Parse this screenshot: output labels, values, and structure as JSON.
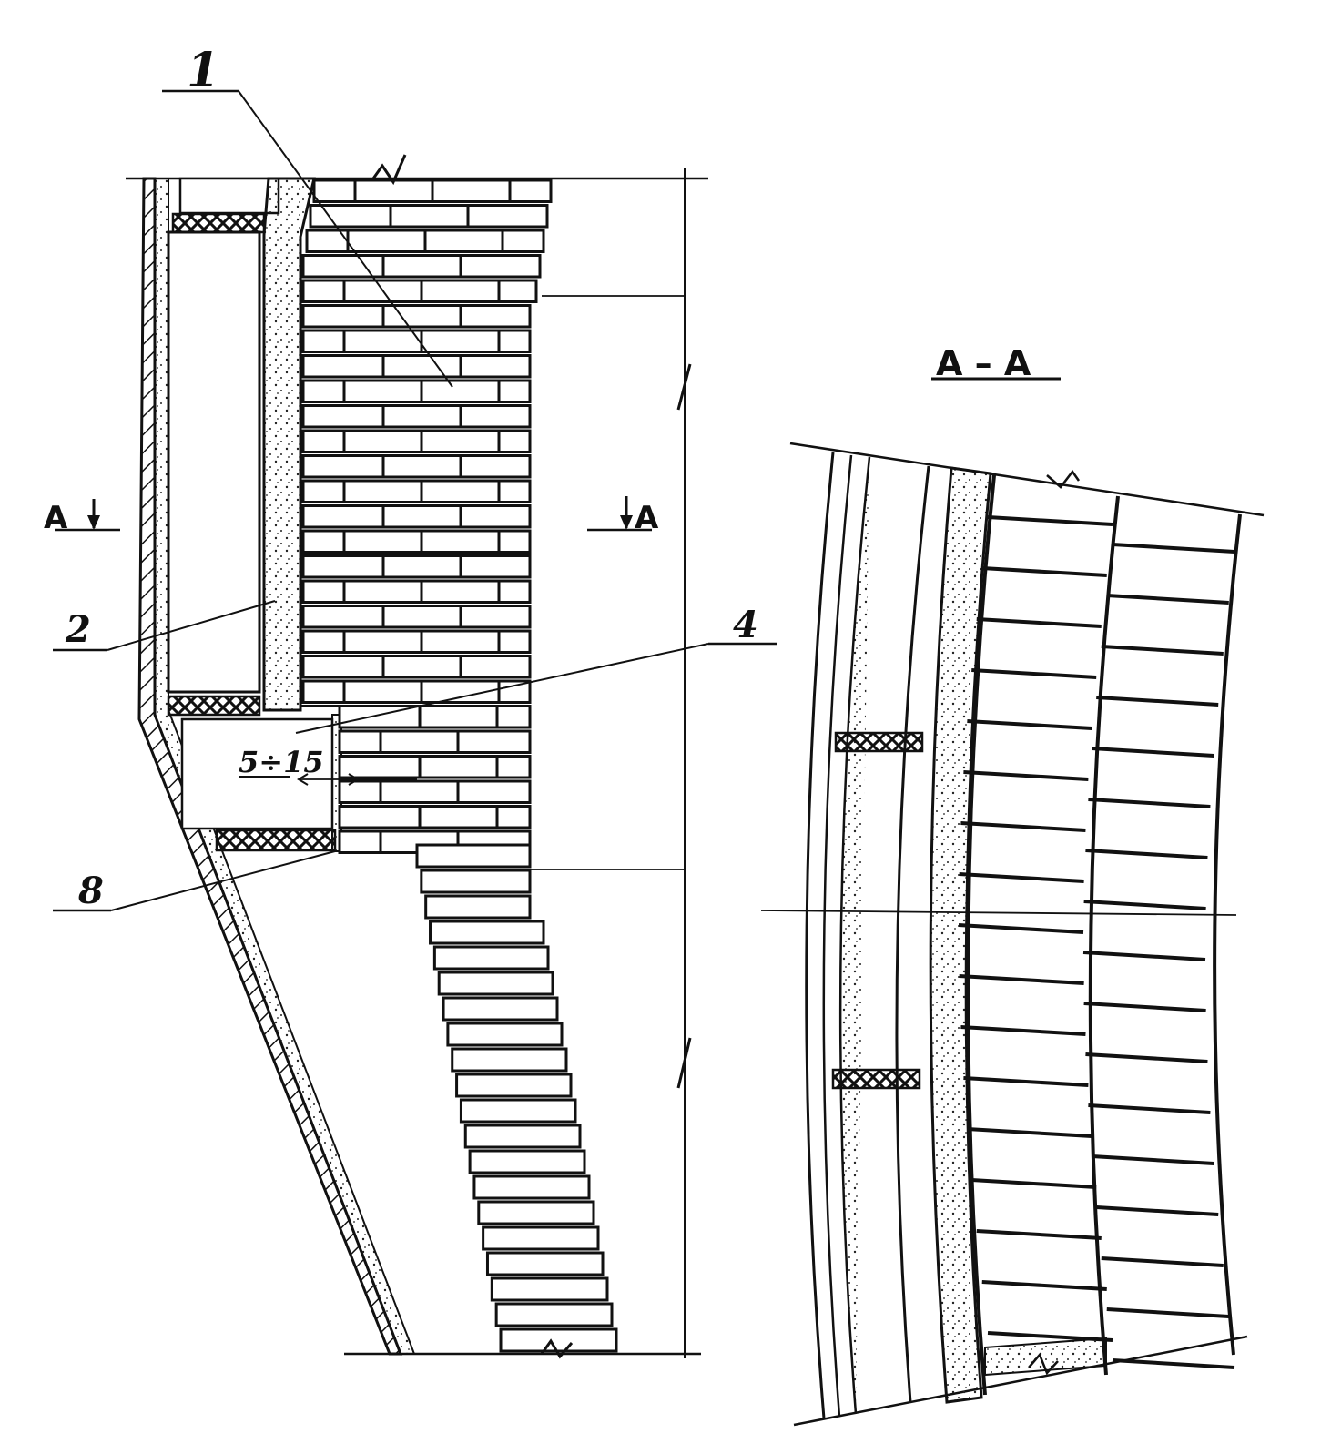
{
  "drawing": {
    "labels": {
      "callout_1": "1",
      "callout_2": "2",
      "callout_4": "4",
      "callout_8": "8",
      "gap_dimension": "5÷15"
    },
    "section_mark": {
      "letter": "А",
      "view_title": "А – А"
    },
    "colors": {
      "ink": "#111111",
      "paper": "#ffffff"
    }
  }
}
